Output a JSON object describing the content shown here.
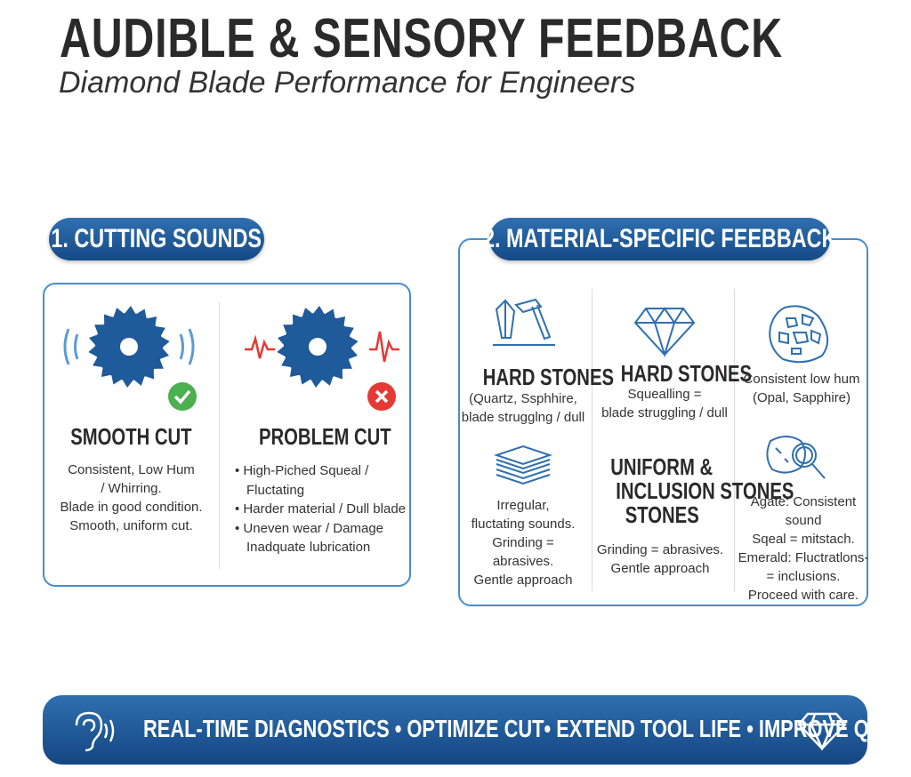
{
  "header": {
    "title": "AUDIBLE & SENSORY FEEDBACK",
    "subtitle": "Diamond Blade Performance for Engineers"
  },
  "section1": {
    "label": "1. CUTTING SOUNDS",
    "smooth": {
      "title": "SMOOTH CUT",
      "lines": [
        "Consistent, Low Hum",
        "/ Whirring.",
        "Blade in good condition.",
        "Smooth, uniform cut."
      ]
    },
    "problem": {
      "title": "PROBLEM CUT",
      "bullets": [
        "High-Piched Squeal /",
        "Fluctating",
        "Harder material / Dull blade",
        "Uneven wear / Damage",
        "Inadquate lubrication"
      ]
    }
  },
  "section2": {
    "label": "2. MATERIAL-SPECIFIC FEEBBACK",
    "c1": {
      "title": "HARD STONES",
      "lines": [
        "(Quartz, Ssphhire,",
        "blade strugglng / dull"
      ]
    },
    "c2": {
      "title": "HARD STONES",
      "lines": [
        "Squealling =",
        "blade struggling / dull"
      ]
    },
    "c3": {
      "lines": [
        "Consistent low hum",
        "(Opal, Sapphire)"
      ]
    },
    "c4": {
      "lines": [
        "Irregular,",
        "fluctating sounds.",
        "Grinding = abrasives.",
        "Gentle approach"
      ]
    },
    "c5": {
      "title": [
        "UNIFORM &",
        "INCLUSION STONES",
        "STONES"
      ],
      "lines": [
        "Grinding = abrasives.",
        "Gentle approach"
      ]
    },
    "c6": {
      "lines": [
        "Agate: Consistent sound",
        "Sqeal = mitstach.",
        "Emerald: Fluctratlons-",
        "= inclusions.",
        "Proceed with care."
      ]
    }
  },
  "banner": {
    "text": "REAL-TIME DIAGNOSTICS • OPTIMIZE CUT• EXTEND TOOL LIFE • IMPROVE QUALITY"
  },
  "colors": {
    "blue": "#1f5a9a",
    "green": "#4caf50",
    "red": "#e53935"
  }
}
